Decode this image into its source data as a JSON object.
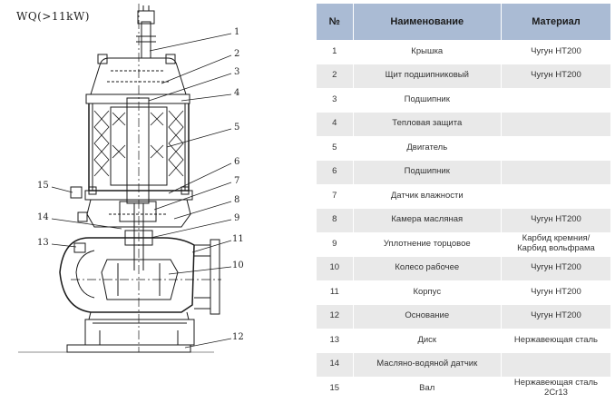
{
  "diagram": {
    "model_label": "WQ(>11kW)",
    "callouts": [
      "1",
      "2",
      "3",
      "4",
      "5",
      "6",
      "7",
      "8",
      "9",
      "11",
      "10",
      "12",
      "15",
      "14",
      "13"
    ]
  },
  "table": {
    "headers": {
      "no": "№",
      "name": "Наименование",
      "material": "Материал"
    },
    "rows": [
      {
        "no": "1",
        "name": "Крышка",
        "material": [
          "Чугун HT200"
        ]
      },
      {
        "no": "2",
        "name": "Щит подшипниковый",
        "material": [
          "Чугун HT200"
        ]
      },
      {
        "no": "3",
        "name": "Подшипник",
        "material": [
          ""
        ]
      },
      {
        "no": "4",
        "name": "Тепловая защита",
        "material": [
          ""
        ]
      },
      {
        "no": "5",
        "name": "Двигатель",
        "material": [
          ""
        ]
      },
      {
        "no": "6",
        "name": "Подшипник",
        "material": [
          ""
        ]
      },
      {
        "no": "7",
        "name": "Датчик влажности",
        "material": [
          ""
        ]
      },
      {
        "no": "8",
        "name": "Камера масляная",
        "material": [
          "Чугун HT200"
        ]
      },
      {
        "no": "9",
        "name": "Уплотнение торцовое",
        "material": [
          "Карбид кремния/",
          "Карбид вольфрама"
        ]
      },
      {
        "no": "10",
        "name": "Колесо рабочее",
        "material": [
          "Чугун HT200"
        ]
      },
      {
        "no": "11",
        "name": "Корпус",
        "material": [
          "Чугун HT200"
        ]
      },
      {
        "no": "12",
        "name": "Основание",
        "material": [
          "Чугун HT200"
        ]
      },
      {
        "no": "13",
        "name": "Диск",
        "material": [
          "Нержавеющая сталь"
        ]
      },
      {
        "no": "14",
        "name": "Масляно-водяной датчик",
        "material": [
          ""
        ]
      },
      {
        "no": "15",
        "name": "Вал",
        "material": [
          "Нержавеющая сталь 2Cr13"
        ]
      }
    ]
  }
}
